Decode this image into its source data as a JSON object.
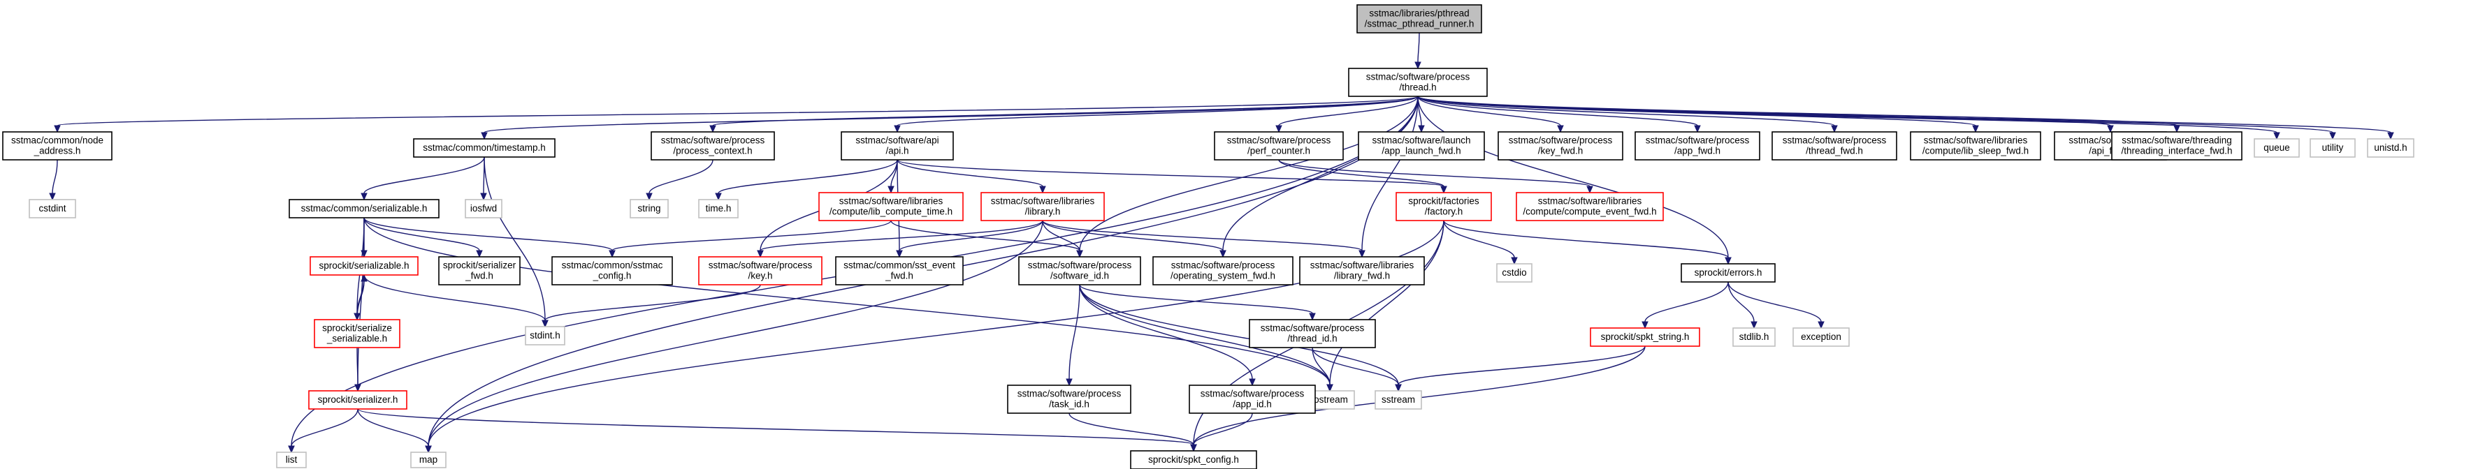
{
  "graph": {
    "title": "",
    "colors": {
      "root_fill": "#bfbfbf",
      "node_border": "#000000",
      "incomplete_border": "#ff0000",
      "external_border": "#bfbfbf",
      "edge": "#191970",
      "background": "#ffffff"
    },
    "nodes": [
      {
        "id": "root",
        "lines": [
          "sstmac/libraries/pthread",
          "/sstmac_pthread_runner.h"
        ],
        "kind": "root"
      },
      {
        "id": "thread",
        "lines": [
          "sstmac/software/process",
          "/thread.h"
        ],
        "kind": "normal"
      },
      {
        "id": "node_address",
        "lines": [
          "sstmac/common/node",
          "_address.h"
        ],
        "kind": "normal"
      },
      {
        "id": "timestamp",
        "lines": [
          "sstmac/common/timestamp.h"
        ],
        "kind": "normal"
      },
      {
        "id": "process_context",
        "lines": [
          "sstmac/software/process",
          "/process_context.h"
        ],
        "kind": "normal"
      },
      {
        "id": "api",
        "lines": [
          "sstmac/software/api",
          "/api.h"
        ],
        "kind": "normal"
      },
      {
        "id": "perf_counter",
        "lines": [
          "sstmac/software/process",
          "/perf_counter.h"
        ],
        "kind": "normal"
      },
      {
        "id": "app_launch_fwd",
        "lines": [
          "sstmac/software/launch",
          "/app_launch_fwd.h"
        ],
        "kind": "normal"
      },
      {
        "id": "key_fwd",
        "lines": [
          "sstmac/software/process",
          "/key_fwd.h"
        ],
        "kind": "normal"
      },
      {
        "id": "app_fwd",
        "lines": [
          "sstmac/software/process",
          "/app_fwd.h"
        ],
        "kind": "normal"
      },
      {
        "id": "thread_fwd",
        "lines": [
          "sstmac/software/process",
          "/thread_fwd.h"
        ],
        "kind": "normal"
      },
      {
        "id": "lib_sleep_fwd",
        "lines": [
          "sstmac/software/libraries",
          "/compute/lib_sleep_fwd.h"
        ],
        "kind": "normal"
      },
      {
        "id": "api_fwd",
        "lines": [
          "sstmac/software/api",
          "/api_fwd.h"
        ],
        "kind": "normal"
      },
      {
        "id": "threading_interface_fwd",
        "lines": [
          "sstmac/software/threading",
          "/threading_interface_fwd.h"
        ],
        "kind": "normal"
      },
      {
        "id": "queue",
        "lines": [
          "queue"
        ],
        "kind": "external"
      },
      {
        "id": "utility",
        "lines": [
          "utility"
        ],
        "kind": "external"
      },
      {
        "id": "unistd",
        "lines": [
          "unistd.h"
        ],
        "kind": "external"
      },
      {
        "id": "cstdint",
        "lines": [
          "cstdint"
        ],
        "kind": "external"
      },
      {
        "id": "serializable",
        "lines": [
          "sstmac/common/serializable.h"
        ],
        "kind": "normal"
      },
      {
        "id": "iosfwd",
        "lines": [
          "iosfwd"
        ],
        "kind": "external"
      },
      {
        "id": "string",
        "lines": [
          "string"
        ],
        "kind": "external"
      },
      {
        "id": "time_h",
        "lines": [
          "time.h"
        ],
        "kind": "external"
      },
      {
        "id": "lib_compute_time",
        "lines": [
          "sstmac/software/libraries",
          "/compute/lib_compute_time.h"
        ],
        "kind": "incomplete"
      },
      {
        "id": "library",
        "lines": [
          "sstmac/software/libraries",
          "/library.h"
        ],
        "kind": "incomplete"
      },
      {
        "id": "factory",
        "lines": [
          "sprockit/factories",
          "/factory.h"
        ],
        "kind": "incomplete"
      },
      {
        "id": "compute_event_fwd",
        "lines": [
          "sstmac/software/libraries",
          "/compute/compute_event_fwd.h"
        ],
        "kind": "incomplete"
      },
      {
        "id": "sprockit_serializable",
        "lines": [
          "sprockit/serializable.h"
        ],
        "kind": "incomplete"
      },
      {
        "id": "serializer_fwd",
        "lines": [
          "sprockit/serializer",
          "_fwd.h"
        ],
        "kind": "normal"
      },
      {
        "id": "sstmac_config",
        "lines": [
          "sstmac/common/sstmac",
          "_config.h"
        ],
        "kind": "normal"
      },
      {
        "id": "key",
        "lines": [
          "sstmac/software/process",
          "/key.h"
        ],
        "kind": "incomplete"
      },
      {
        "id": "sst_event_fwd",
        "lines": [
          "sstmac/common/sst_event",
          "_fwd.h"
        ],
        "kind": "normal"
      },
      {
        "id": "software_id",
        "lines": [
          "sstmac/software/process",
          "/software_id.h"
        ],
        "kind": "normal"
      },
      {
        "id": "operating_system_fwd",
        "lines": [
          "sstmac/software/process",
          "/operating_system_fwd.h"
        ],
        "kind": "normal"
      },
      {
        "id": "library_fwd",
        "lines": [
          "sstmac/software/libraries",
          "/library_fwd.h"
        ],
        "kind": "normal"
      },
      {
        "id": "cstdio",
        "lines": [
          "cstdio"
        ],
        "kind": "external"
      },
      {
        "id": "errors",
        "lines": [
          "sprockit/errors.h"
        ],
        "kind": "normal"
      },
      {
        "id": "serialize_serializable",
        "lines": [
          "sprockit/serialize",
          "_serializable.h"
        ],
        "kind": "incomplete"
      },
      {
        "id": "stdint",
        "lines": [
          "stdint.h"
        ],
        "kind": "external"
      },
      {
        "id": "thread_id",
        "lines": [
          "sstmac/software/process",
          "/thread_id.h"
        ],
        "kind": "normal"
      },
      {
        "id": "stdlib",
        "lines": [
          "stdlib.h"
        ],
        "kind": "external"
      },
      {
        "id": "exception",
        "lines": [
          "exception"
        ],
        "kind": "external"
      },
      {
        "id": "spkt_string",
        "lines": [
          "sprockit/spkt_string.h"
        ],
        "kind": "incomplete"
      },
      {
        "id": "serializer",
        "lines": [
          "sprockit/serializer.h"
        ],
        "kind": "incomplete"
      },
      {
        "id": "iostream",
        "lines": [
          "iostream"
        ],
        "kind": "external"
      },
      {
        "id": "sstream",
        "lines": [
          "sstream"
        ],
        "kind": "external"
      },
      {
        "id": "task_id",
        "lines": [
          "sstmac/software/process",
          "/task_id.h"
        ],
        "kind": "normal"
      },
      {
        "id": "app_id",
        "lines": [
          "sstmac/software/process",
          "/app_id.h"
        ],
        "kind": "normal"
      },
      {
        "id": "list",
        "lines": [
          "list"
        ],
        "kind": "external"
      },
      {
        "id": "map",
        "lines": [
          "map"
        ],
        "kind": "external"
      },
      {
        "id": "spkt_config",
        "lines": [
          "sprockit/spkt_config.h"
        ],
        "kind": "normal"
      }
    ],
    "edges": [
      [
        "root",
        "thread"
      ],
      [
        "thread",
        "node_address"
      ],
      [
        "thread",
        "timestamp"
      ],
      [
        "thread",
        "process_context"
      ],
      [
        "thread",
        "api"
      ],
      [
        "thread",
        "perf_counter"
      ],
      [
        "thread",
        "app_launch_fwd"
      ],
      [
        "thread",
        "key_fwd"
      ],
      [
        "thread",
        "app_fwd"
      ],
      [
        "thread",
        "thread_fwd"
      ],
      [
        "thread",
        "lib_sleep_fwd"
      ],
      [
        "thread",
        "api_fwd"
      ],
      [
        "thread",
        "threading_interface_fwd"
      ],
      [
        "thread",
        "queue"
      ],
      [
        "thread",
        "utility"
      ],
      [
        "thread",
        "unistd"
      ],
      [
        "thread",
        "list"
      ],
      [
        "thread",
        "map"
      ],
      [
        "thread",
        "software_id"
      ],
      [
        "thread",
        "operating_system_fwd"
      ],
      [
        "thread",
        "library_fwd"
      ],
      [
        "thread",
        "errors"
      ],
      [
        "node_address",
        "cstdint"
      ],
      [
        "timestamp",
        "serializable"
      ],
      [
        "timestamp",
        "iosfwd"
      ],
      [
        "timestamp",
        "stdint"
      ],
      [
        "process_context",
        "string"
      ],
      [
        "api",
        "time_h"
      ],
      [
        "api",
        "lib_compute_time"
      ],
      [
        "api",
        "library"
      ],
      [
        "api",
        "factory"
      ],
      [
        "api",
        "key"
      ],
      [
        "api",
        "sst_event_fwd"
      ],
      [
        "perf_counter",
        "factory"
      ],
      [
        "perf_counter",
        "compute_event_fwd"
      ],
      [
        "serializable",
        "sprockit_serializable"
      ],
      [
        "serializable",
        "serializer_fwd"
      ],
      [
        "serializable",
        "sstmac_config"
      ],
      [
        "serializable",
        "serialize_serializable"
      ],
      [
        "serializable",
        "serializer"
      ],
      [
        "serializable",
        "iostream"
      ],
      [
        "lib_compute_time",
        "sstmac_config"
      ],
      [
        "lib_compute_time",
        "software_id"
      ],
      [
        "library",
        "key"
      ],
      [
        "library",
        "sst_event_fwd"
      ],
      [
        "library",
        "software_id"
      ],
      [
        "library",
        "operating_system_fwd"
      ],
      [
        "library",
        "library_fwd"
      ],
      [
        "library",
        "map"
      ],
      [
        "factory",
        "cstdio"
      ],
      [
        "factory",
        "errors"
      ],
      [
        "factory",
        "iostream"
      ],
      [
        "factory",
        "map"
      ],
      [
        "factory",
        "spkt_config"
      ],
      [
        "sprockit_serializable",
        "serialize_serializable"
      ],
      [
        "sprockit_serializable",
        "stdint"
      ],
      [
        "serialize_serializable",
        "sprockit_serializable"
      ],
      [
        "serialize_serializable",
        "serializer"
      ],
      [
        "key",
        "stdint"
      ],
      [
        "software_id",
        "thread_id"
      ],
      [
        "software_id",
        "task_id"
      ],
      [
        "software_id",
        "app_id"
      ],
      [
        "software_id",
        "iostream"
      ],
      [
        "software_id",
        "sstream"
      ],
      [
        "thread_id",
        "iostream"
      ],
      [
        "thread_id",
        "sstream"
      ],
      [
        "errors",
        "stdlib"
      ],
      [
        "errors",
        "exception"
      ],
      [
        "errors",
        "spkt_string"
      ],
      [
        "spkt_string",
        "sstream"
      ],
      [
        "spkt_string",
        "spkt_config"
      ],
      [
        "serializer",
        "list"
      ],
      [
        "serializer",
        "map"
      ],
      [
        "serializer",
        "spkt_config"
      ],
      [
        "task_id",
        "spkt_config"
      ],
      [
        "app_id",
        "spkt_config"
      ]
    ]
  }
}
